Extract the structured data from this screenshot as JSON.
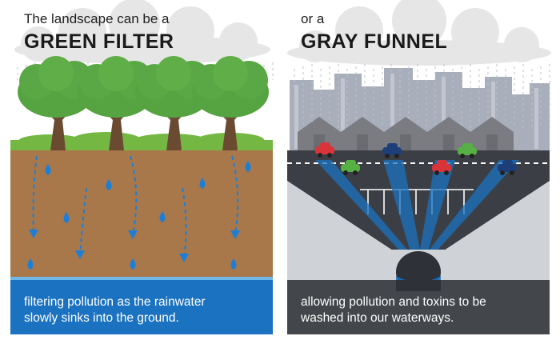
{
  "left_panel": {
    "heading_small": "The landscape can be a",
    "heading_large": "GREEN FILTER",
    "caption_line1": "filtering pollution as the rainwater",
    "caption_line2": "slowly sinks into the ground."
  },
  "right_panel": {
    "heading_small": "or a",
    "heading_large": "GRAY FUNNEL",
    "caption_line1": "allowing pollution and toxins to be",
    "caption_line2": "washed into our waterways."
  },
  "icons": [
    "cloud-icon",
    "rain-icon",
    "tree-icon",
    "water-drop-icon",
    "building-icon",
    "house-icon",
    "car-icon",
    "storm-drain-icon"
  ],
  "colors": {
    "soil": "#a8784b",
    "grass": "#74b843",
    "tree_foliage": "#55a341",
    "tree_trunk": "#6b4a32",
    "water_blue": "#1a72c0",
    "rain_drop": "#1c7ed6",
    "cloud": "#e3e3e3",
    "city": "#a9aebb",
    "house": "#7a7c82",
    "road": "#3b3e44",
    "funnel_light": "#cfd3d8",
    "caption_left": "#1a72c0",
    "caption_right": "#43464b"
  }
}
